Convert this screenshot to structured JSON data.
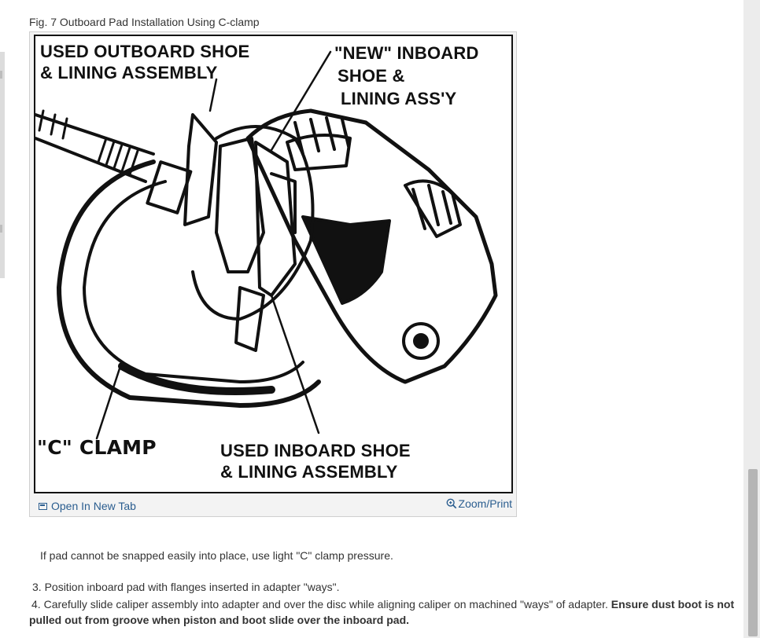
{
  "caption": "Fig. 7 Outboard Pad Installation Using C-clamp",
  "figure": {
    "labels": {
      "used_outboard_line1": "USED OUTBOARD SHOE",
      "used_outboard_line2": "& LINING ASSEMBLY",
      "new_inboard_line1": "\"NEW\" INBOARD",
      "new_inboard_line2": "SHOE &",
      "new_inboard_line3": "LINING ASS'Y",
      "c_clamp": "\"C\" CLAMP",
      "used_inboard_line1": "USED INBOARD SHOE",
      "used_inboard_line2": "& LINING ASSEMBLY"
    },
    "open_tab_label": "Open In New Tab",
    "zoom_label": "Zoom/Print"
  },
  "body": {
    "p1": "If pad cannot be snapped easily into place, use light \"C\" clamp pressure.",
    "p2": "3. Position inboard pad with flanges inserted in adapter \"ways\".",
    "p3_num": "4.",
    "p3_normal": " Carefully slide caliper assembly into adapter and over the disc while aligning caliper on machined \"ways\" of adapter. ",
    "p3_bold": "Ensure dust boot is not pulled out from groove when piston and boot slide over the inboard pad."
  },
  "colors": {
    "link": "#2a5d8f",
    "text": "#333333"
  }
}
